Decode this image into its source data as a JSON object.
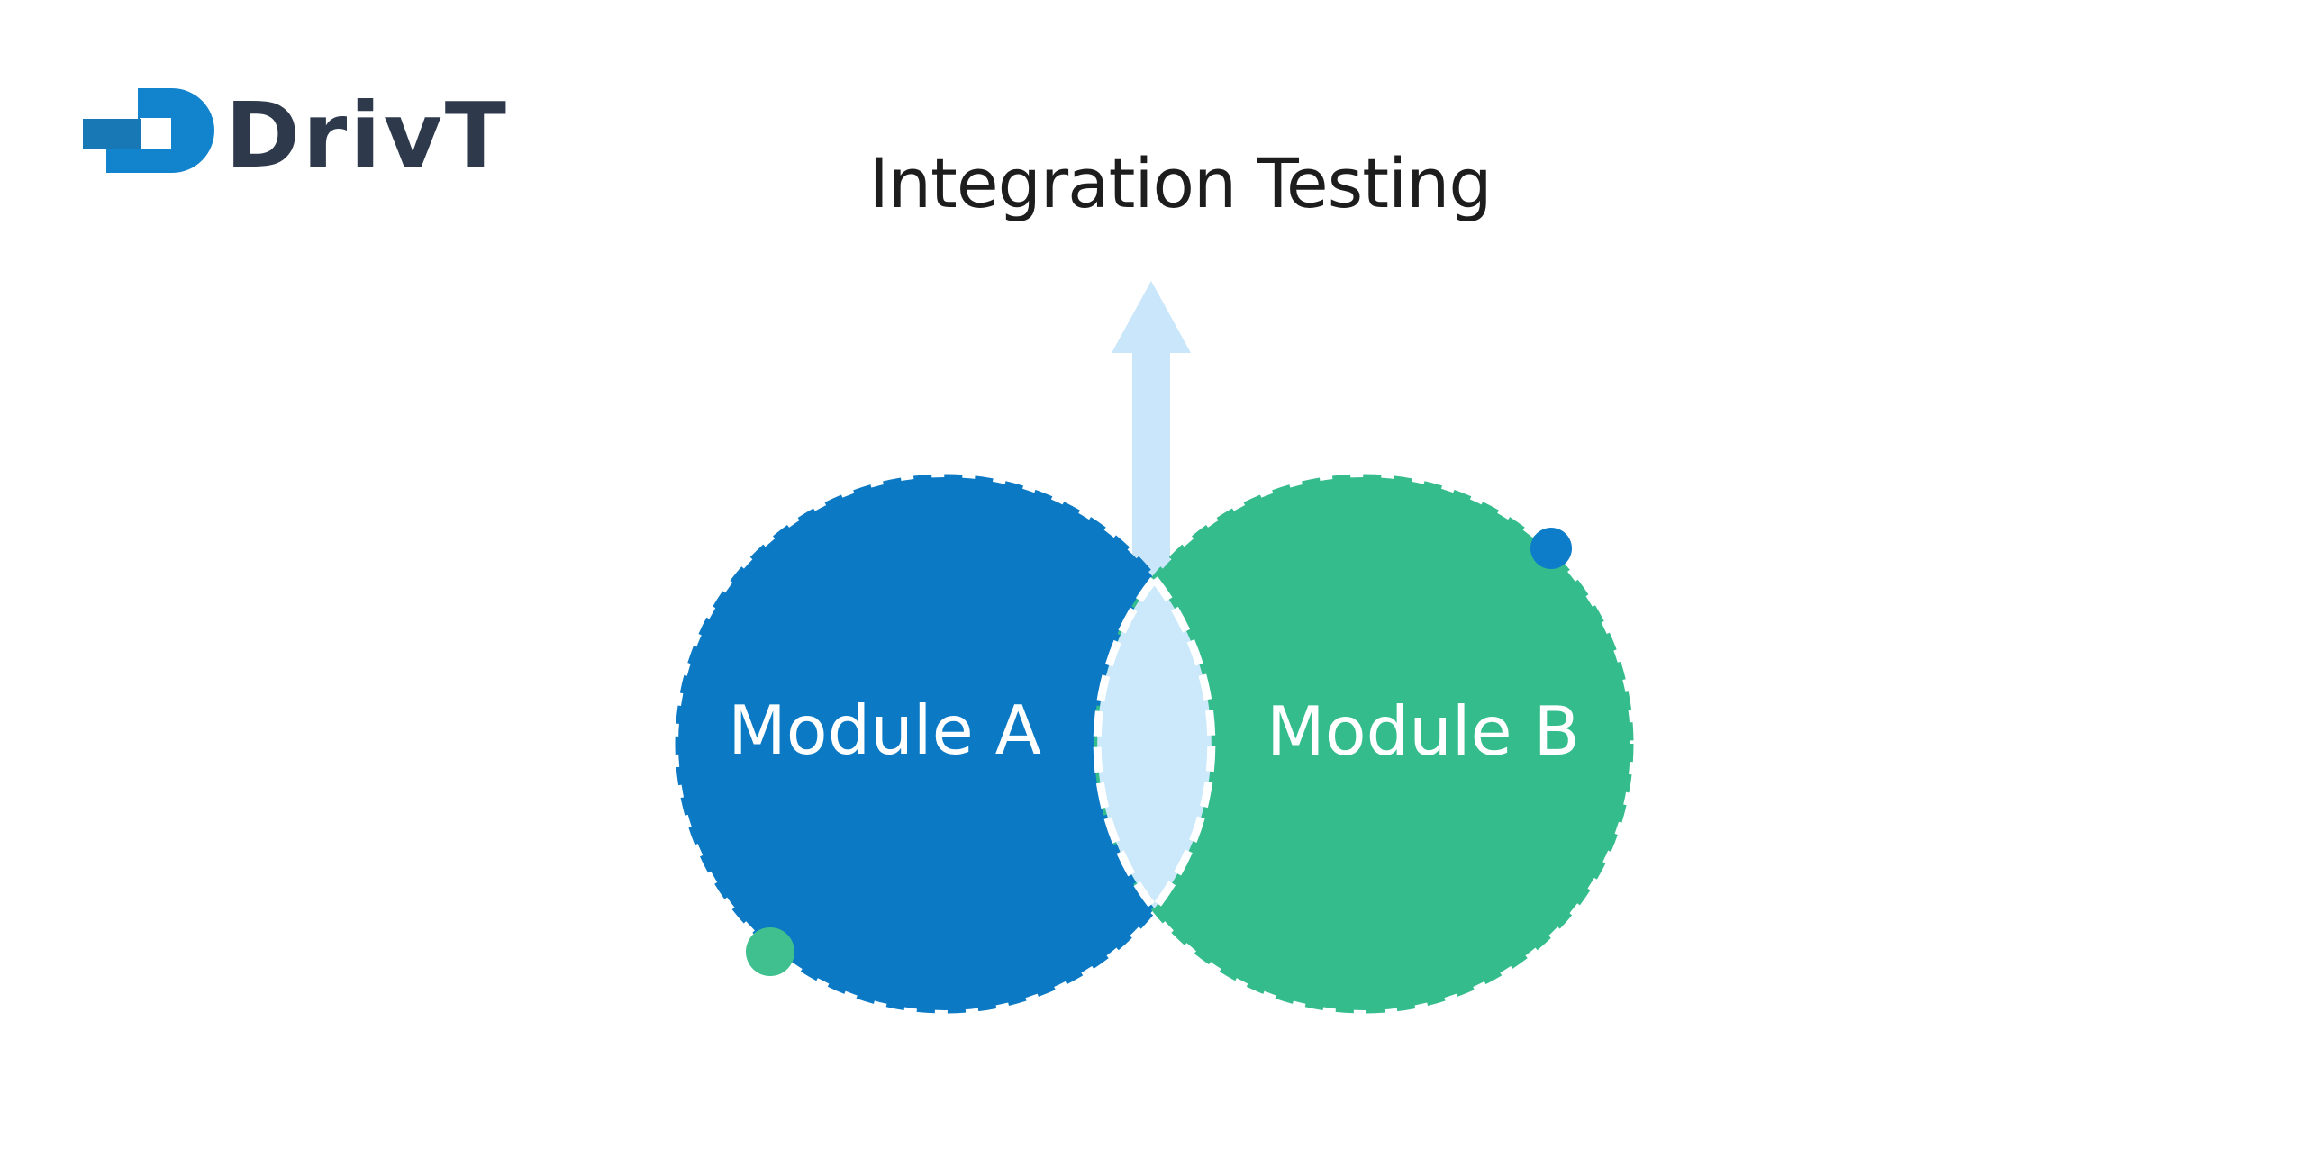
{
  "logo": {
    "text": "DrivT",
    "text_color": "#2e3a4c",
    "icon_color": "#1283cd",
    "icon_bar_color": "#1878b6",
    "icon_notch_color": "#ffffff"
  },
  "title": {
    "text": "Integration Testing",
    "color": "#1d1d1d"
  },
  "venn": {
    "module_a": {
      "label": "Module A",
      "fill": "#0b79c4"
    },
    "module_b": {
      "label": "Module B",
      "fill": "#35bc8d"
    },
    "intersection": {
      "fill": "#cbe9fb",
      "edge_color": "#ffffff"
    },
    "arrow": {
      "direction": "up",
      "fill": "#c9e6fa"
    },
    "dot_on_a": {
      "fill": "#3fc08e"
    },
    "dot_on_b": {
      "fill": "#0d7dca"
    },
    "label_color": "#ffffff"
  }
}
